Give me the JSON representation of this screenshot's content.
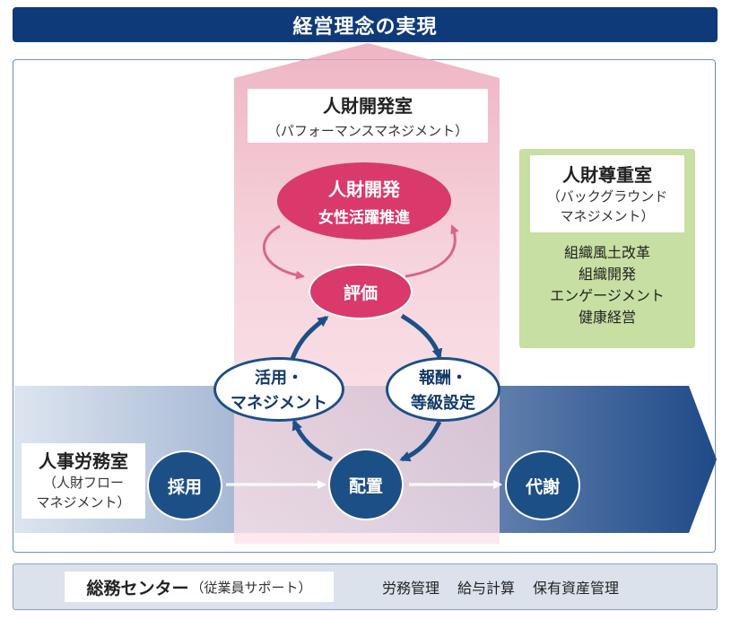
{
  "title": "経営理念の実現",
  "hr_development": {
    "name": "人財開発室",
    "subtitle": "（パフォーマンスマネジメント）",
    "top_oval_line1": "人財開発",
    "top_oval_line2": "女性活躍推進",
    "evaluation": "評価",
    "utilization_line1": "活用・",
    "utilization_line2": "マネジメント",
    "compensation_line1": "報酬・",
    "compensation_line2": "等級設定"
  },
  "hr_respect": {
    "name": "人財尊重室",
    "subtitle_line1": "（バックグラウンド",
    "subtitle_line2": "マネジメント）",
    "items": [
      "組織風土改革",
      "組織開発",
      "エンゲージメント",
      "健康経営"
    ]
  },
  "hr_labor": {
    "name": "人事労務室",
    "subtitle_line1": "（人財フロー",
    "subtitle_line2": "マネジメント）"
  },
  "flow": {
    "hiring": "採用",
    "placement": "配置",
    "turnover": "代謝"
  },
  "general_affairs": {
    "name": "総務センター",
    "subtitle": "（従業員サポート）",
    "items": [
      "労務管理",
      "給与計算",
      "保有資産管理"
    ]
  },
  "colors": {
    "navy": "#0f3a7a",
    "flow_blue": "#1d4f87",
    "pink": "#d93a6b",
    "pink_light": "#f3c2cf",
    "green": "#c7dfa3"
  }
}
